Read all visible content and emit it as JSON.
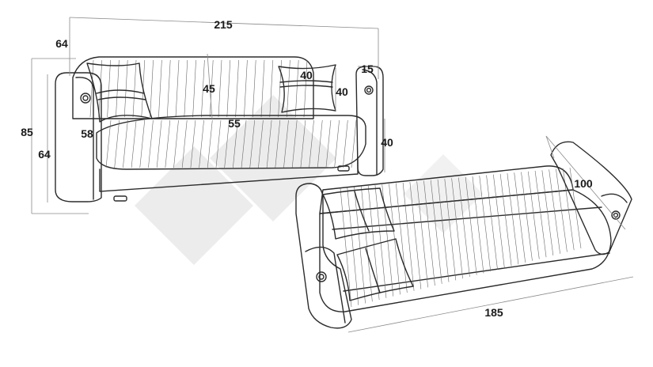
{
  "dimensions": {
    "total_width": "215",
    "arm_depth": "64",
    "total_height": "85",
    "seat_height": "64",
    "back_height": "45",
    "seat_depth": "55",
    "arm_height": "58",
    "cushion_width": "40",
    "cushion_height": "40",
    "arm_width": "15",
    "frame_height": "40",
    "bed_length": "185",
    "bed_width": "100"
  },
  "colors": {
    "line": "#2b2b2b",
    "dim_line": "#8a8a8a",
    "watermark": "#e9e9e9",
    "background": "#ffffff"
  }
}
